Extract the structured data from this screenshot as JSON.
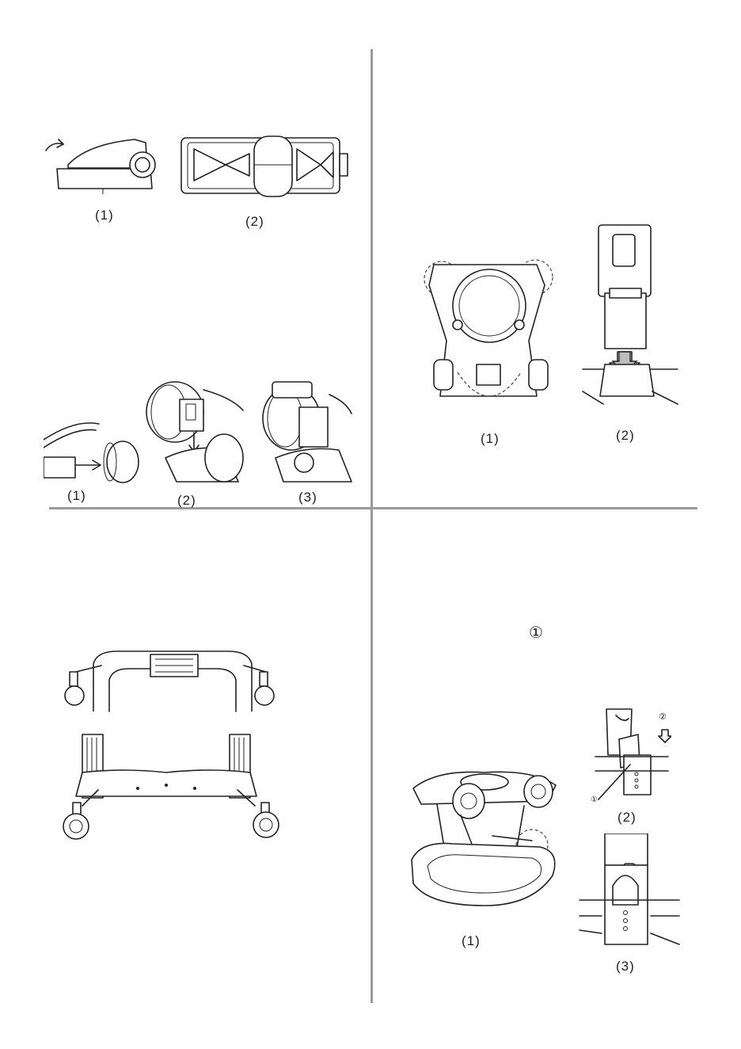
{
  "panels": {
    "top_left": {
      "row1_labels": [
        "(1)",
        "(2)"
      ],
      "row2_labels": [
        "(1)",
        "(2)",
        "(3)"
      ]
    },
    "top_right": {
      "labels": [
        "(1)",
        "(2)"
      ]
    },
    "bottom_left": {},
    "bottom_right": {
      "step_marker": "①",
      "labels": [
        "(1)",
        "(2)",
        "(3)"
      ],
      "detail_markers": [
        "②",
        "①"
      ]
    }
  }
}
